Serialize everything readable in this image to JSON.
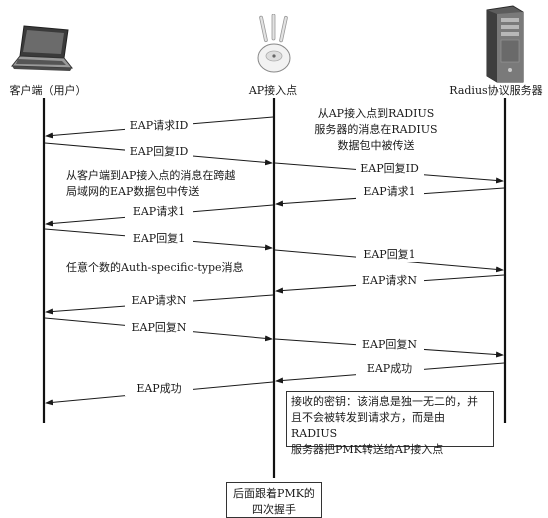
{
  "participants": {
    "client": "客户端（用户）",
    "ap": "AP接入点",
    "server": "Radius协议服务器"
  },
  "notes": {
    "ap_to_radius": "从AP接入点到RADIUS\n服务器的消息在RADIUS\n数据包中被传送",
    "client_to_ap": "从客户端到AP接入点的消息在跨越\n局域网的EAP数据包中传送",
    "arbitrary_count": "任意个数的Auth-specific-type消息",
    "key_received": "接收的密钥：该消息是独一无二的，并\n且不会被转发到请求方，而是由RADIUS\n服务器把PMK转送给AP接入点",
    "final": "后面跟着PMK的\n四次握手"
  },
  "messages": [
    {
      "label": "EAP请求ID",
      "from": "ap",
      "to": "client"
    },
    {
      "label": "EAP回复ID",
      "from": "client",
      "to": "ap"
    },
    {
      "label": "EAP回复ID",
      "from": "ap",
      "to": "server"
    },
    {
      "label": "EAP请求1",
      "from": "server",
      "to": "ap"
    },
    {
      "label": "EAP请求1",
      "from": "ap",
      "to": "client"
    },
    {
      "label": "EAP回复1",
      "from": "client",
      "to": "ap"
    },
    {
      "label": "EAP回复1",
      "from": "ap",
      "to": "server"
    },
    {
      "label": "EAP请求N",
      "from": "server",
      "to": "ap"
    },
    {
      "label": "EAP请求N",
      "from": "ap",
      "to": "client"
    },
    {
      "label": "EAP回复N",
      "from": "client",
      "to": "ap"
    },
    {
      "label": "EAP回复N",
      "from": "ap",
      "to": "server"
    },
    {
      "label": "EAP成功",
      "from": "server",
      "to": "ap"
    },
    {
      "label": "EAP成功",
      "from": "ap",
      "to": "client"
    }
  ],
  "icons": {
    "client": "laptop-icon",
    "ap": "access-point-icon",
    "server": "server-tower-icon"
  }
}
